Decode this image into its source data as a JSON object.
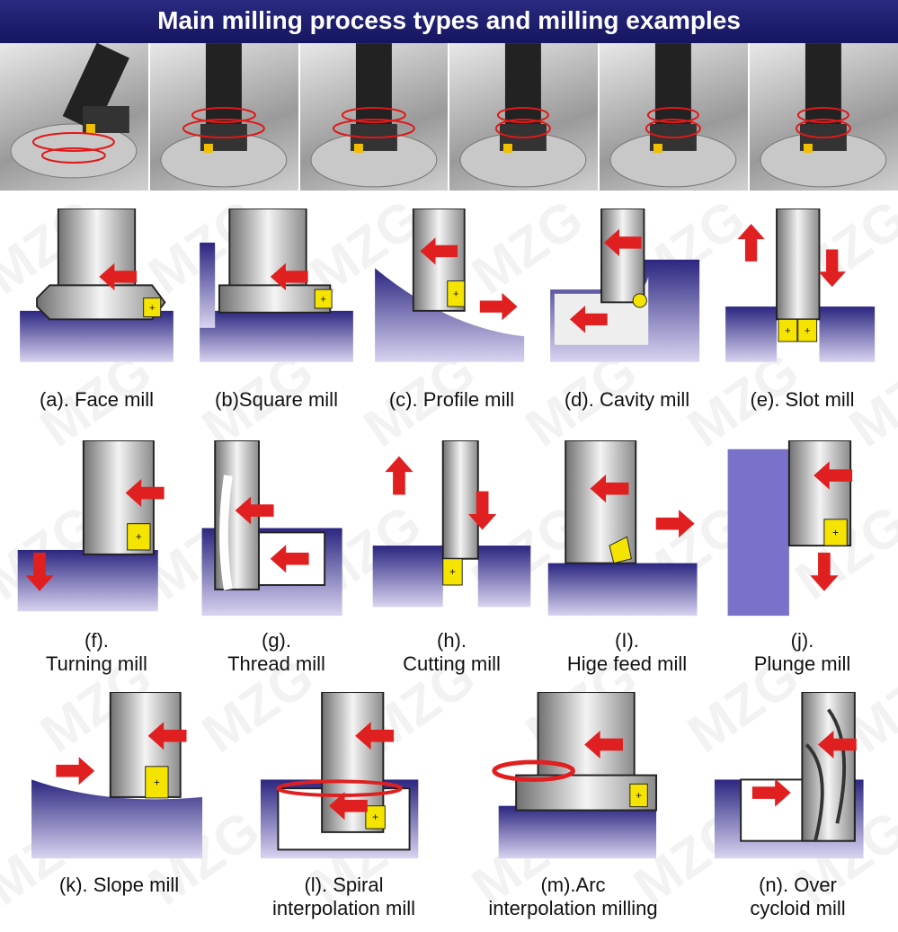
{
  "header": {
    "title": "Main milling process types and milling examples"
  },
  "watermark": "MZG",
  "photos": [
    {
      "name": "photo-ramping"
    },
    {
      "name": "photo-plunging"
    },
    {
      "name": "photo-pocketing"
    },
    {
      "name": "photo-circular-interpolation"
    },
    {
      "name": "photo-helical-interpolation"
    },
    {
      "name": "photo-cavity"
    }
  ],
  "rows": [
    [
      {
        "label": "(a). Face mill",
        "type": "face"
      },
      {
        "label": "(b)Square mill",
        "type": "square"
      },
      {
        "label": "(c). Profile mill",
        "type": "profile"
      },
      {
        "label": "(d). Cavity mill",
        "type": "cavity"
      },
      {
        "label": "(e). Slot mill",
        "type": "slot"
      }
    ],
    [
      {
        "label": "(f).\nTurning mill",
        "type": "turning"
      },
      {
        "label": "(g).\nThread mill",
        "type": "thread"
      },
      {
        "label": "(h).\nCutting mill",
        "type": "cutting"
      },
      {
        "label": "(I).\nHige feed mill",
        "type": "highfeed"
      },
      {
        "label": "(j).\nPlunge mill",
        "type": "plunge"
      }
    ],
    [
      {
        "label": "(k). Slope mill",
        "type": "slope"
      },
      {
        "label": "(l). Spiral\ninterpolation mill",
        "type": "spiral"
      },
      {
        "label": "(m).Arc\ninterpolation milling",
        "type": "arc"
      },
      {
        "label": "(n). Over\ncycloid mill",
        "type": "cycloid"
      }
    ]
  ],
  "colors": {
    "banner": "#1c1c6c",
    "workpiece": "#3a3290",
    "insert": "#f5e400",
    "arrow": "#e02020",
    "tool": "#9a9a9a"
  }
}
